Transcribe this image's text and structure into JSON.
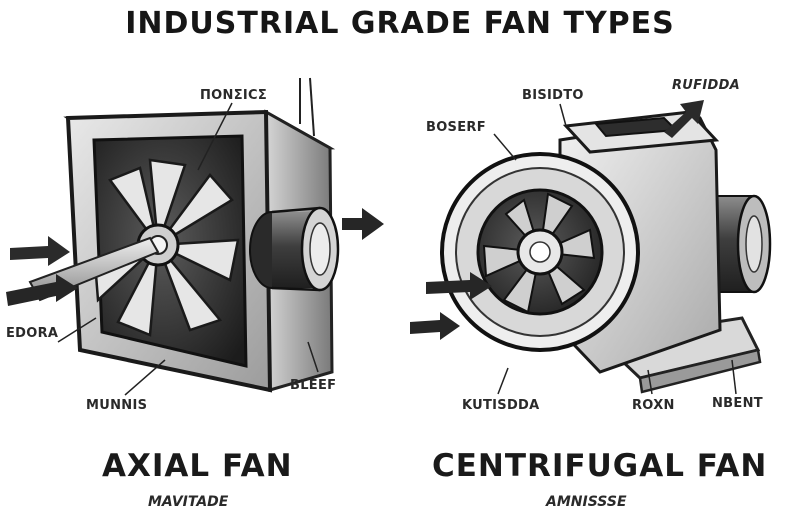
{
  "title": "INDUSTRIAL GRADE FAN TYPES",
  "axial": {
    "labels": {
      "top": "ΠΟΝΣΙCΣ",
      "left": "EDORA",
      "bottom": "MUNNIS",
      "right": "BLEEF"
    },
    "name": "AXIAL FAN",
    "subtitle": "MAVITADE"
  },
  "centrifugal": {
    "labels": {
      "top": "BISIDTO",
      "left_top": "BOSERF",
      "top_right": "RUFIDDA",
      "bottom_left": "KUTISDDA",
      "bottom_mid": "ROXN",
      "bottom_right": "NBENT"
    },
    "name": "CENTRIFUGAL FAN",
    "subtitle": "AMNISSSE"
  }
}
